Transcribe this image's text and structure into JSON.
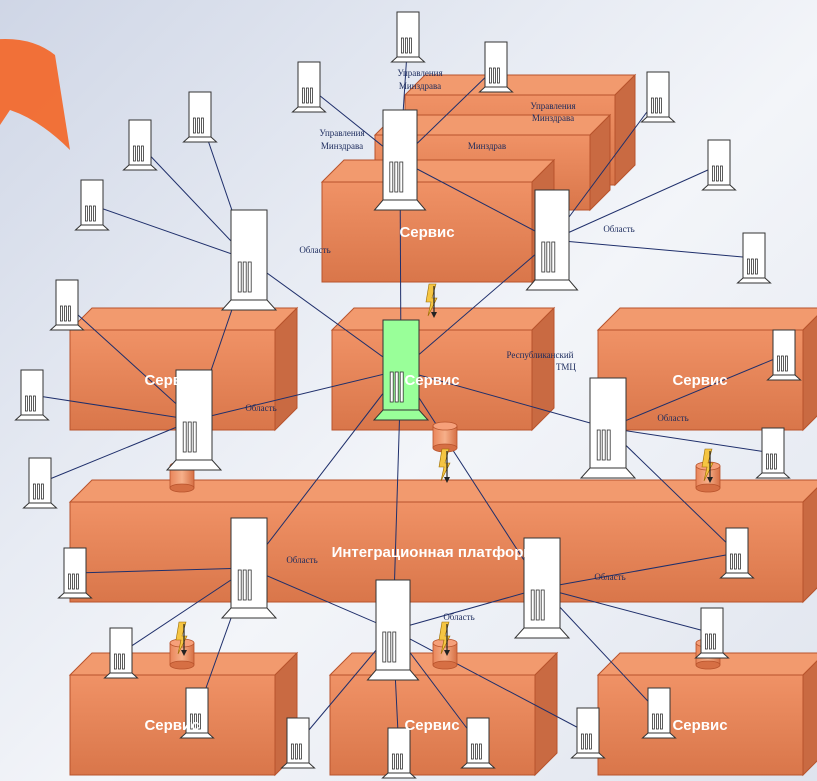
{
  "colors": {
    "box_face": "#ea8a5e",
    "box_top": "#f29a6e",
    "box_side": "#c96a42",
    "box_edge": "#b8532c",
    "server_body": "#ffffff",
    "server_edge": "#333333",
    "central_server": "#99ff99",
    "link": "#1f2f6b",
    "arrow": "#f26a2e",
    "bolt": "#f5c542"
  },
  "boxes": [
    {
      "name": "box-minzdrav-back-2",
      "label": ""
    },
    {
      "name": "box-minzdrav-back-1",
      "label": ""
    },
    {
      "name": "box-service-top",
      "label": "Сервис"
    },
    {
      "name": "box-service-left",
      "label": "Сервис"
    },
    {
      "name": "box-service-center",
      "label": "Сервис"
    },
    {
      "name": "box-service-right",
      "label": "Сервис"
    },
    {
      "name": "box-integration-platform",
      "label": "Интеграционная платформа"
    },
    {
      "name": "box-service-bottom-left",
      "label": "Сервис"
    },
    {
      "name": "box-service-bottom-center",
      "label": "Сервис"
    },
    {
      "name": "box-service-bottom-right",
      "label": "Сервис"
    }
  ],
  "labels": {
    "upravleniya_minzdrava_1": [
      "Управления",
      "Минздрава"
    ],
    "upravleniya_minzdrava_2": [
      "Управления",
      "Минздрава"
    ],
    "upravleniya_minzdrava_3": [
      "Управления",
      "Минздрава"
    ],
    "minzdrav": "Минздрав",
    "respublikanskiy_tmc": [
      "Республиканский",
      "ТМЦ"
    ],
    "oblast": "Область"
  },
  "icons": {
    "arrow": "curved-arrow-icon",
    "server": "server-tower-icon",
    "database": "database-cylinder-icon",
    "bolt": "lightning-bolt-icon"
  }
}
